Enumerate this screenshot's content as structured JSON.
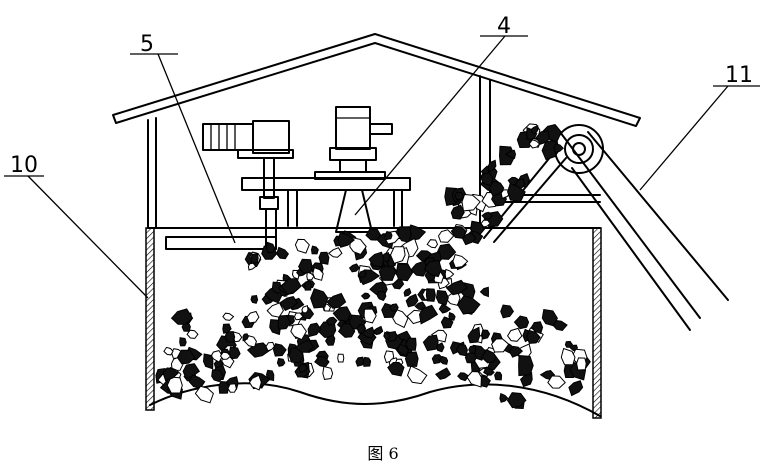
{
  "figure": {
    "caption": "图 6",
    "callouts": [
      {
        "id": "c5",
        "label": "5"
      },
      {
        "id": "c4",
        "label": "4"
      },
      {
        "id": "c10",
        "label": "10"
      },
      {
        "id": "c11",
        "label": "11"
      }
    ]
  }
}
